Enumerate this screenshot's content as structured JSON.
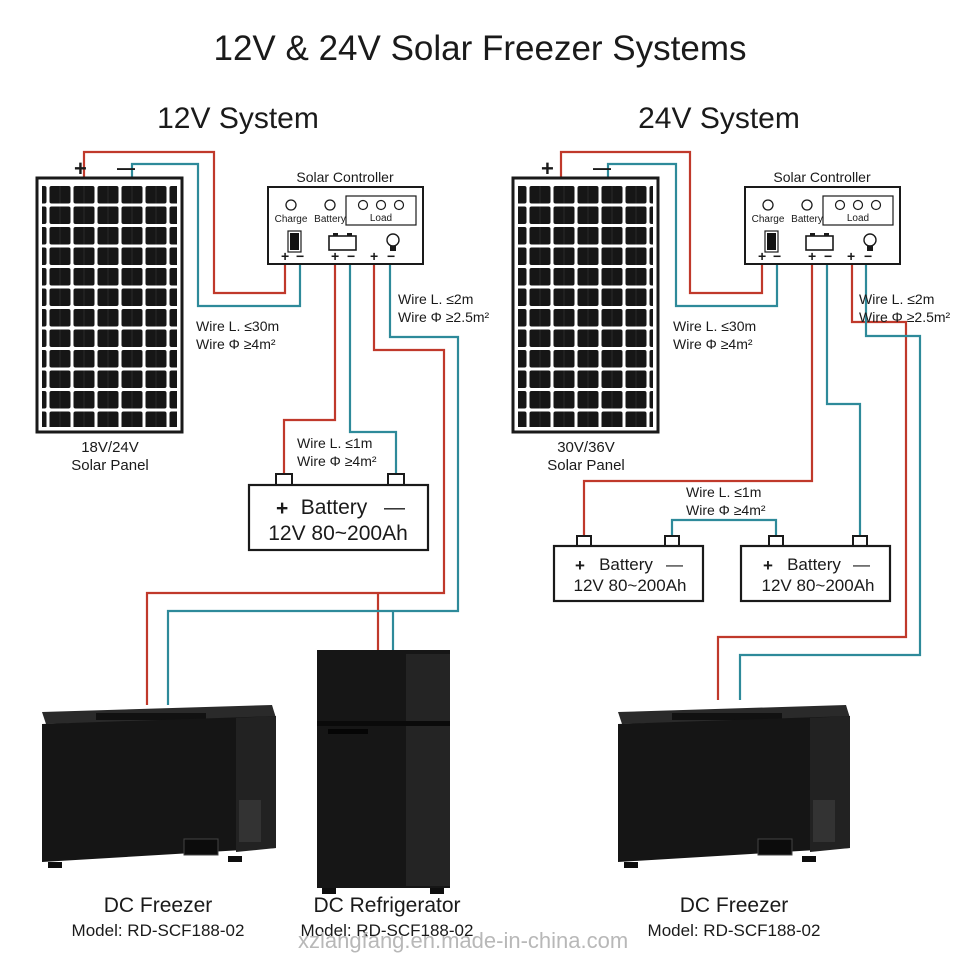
{
  "title": "12V & 24V Solar Freezer Systems",
  "colors": {
    "positive_wire": "#c0392b",
    "negative_wire": "#2e8a9a",
    "appliance": "#1b1b1b",
    "panel": "#1c1c1c"
  },
  "system12": {
    "heading": "12V System",
    "panel_plus": "+",
    "panel_minus": "—",
    "panel_label_1": "18V/24V",
    "panel_label_2": "Solar Panel",
    "controller": {
      "title": "Solar Controller",
      "charge": "Charge",
      "battery": "Battery",
      "load": "Load",
      "terminal_marks": [
        "+",
        "−",
        "+",
        "−",
        "+",
        "−"
      ]
    },
    "wire_panel_1": "Wire L. ≤30m",
    "wire_panel_2": "Wire Φ ≥4m²",
    "wire_load_1": "Wire L. ≤2m",
    "wire_load_2": "Wire Φ ≥2.5m²",
    "wire_battery_1": "Wire L. ≤1m",
    "wire_battery_2": "Wire Φ ≥4m²",
    "battery": {
      "plus": "+",
      "name": "Battery",
      "minus": "—",
      "spec": "12V 80~200Ah"
    },
    "freezer_name": "DC Freezer",
    "freezer_model": "Model: RD-SCF188-02",
    "fridge_name": "DC Refrigerator",
    "fridge_model": "Model: RD-SCF188-02"
  },
  "system24": {
    "heading": "24V System",
    "panel_plus": "+",
    "panel_minus": "—",
    "panel_label_1": "30V/36V",
    "panel_label_2": "Solar Panel",
    "controller": {
      "title": "Solar Controller",
      "charge": "Charge",
      "battery": "Battery",
      "load": "Load",
      "terminal_marks": [
        "+",
        "−",
        "+",
        "−",
        "+",
        "−"
      ]
    },
    "wire_panel_1": "Wire L. ≤30m",
    "wire_panel_2": "Wire Φ ≥4m²",
    "wire_load_1": "Wire L. ≤2m",
    "wire_load_2": "Wire Φ ≥2.5m²",
    "wire_battery_1": "Wire L. ≤1m",
    "wire_battery_2": "Wire Φ ≥4m²",
    "battery_a": {
      "plus": "+",
      "name": "Battery",
      "minus": "—",
      "spec": "12V 80~200Ah"
    },
    "battery_b": {
      "plus": "+",
      "name": "Battery",
      "minus": "—",
      "spec": "12V 80~200Ah"
    },
    "freezer_name": "DC Freezer",
    "freezer_model": "Model: RD-SCF188-02"
  },
  "watermark": "xzlangfang.en.made-in-china.com"
}
